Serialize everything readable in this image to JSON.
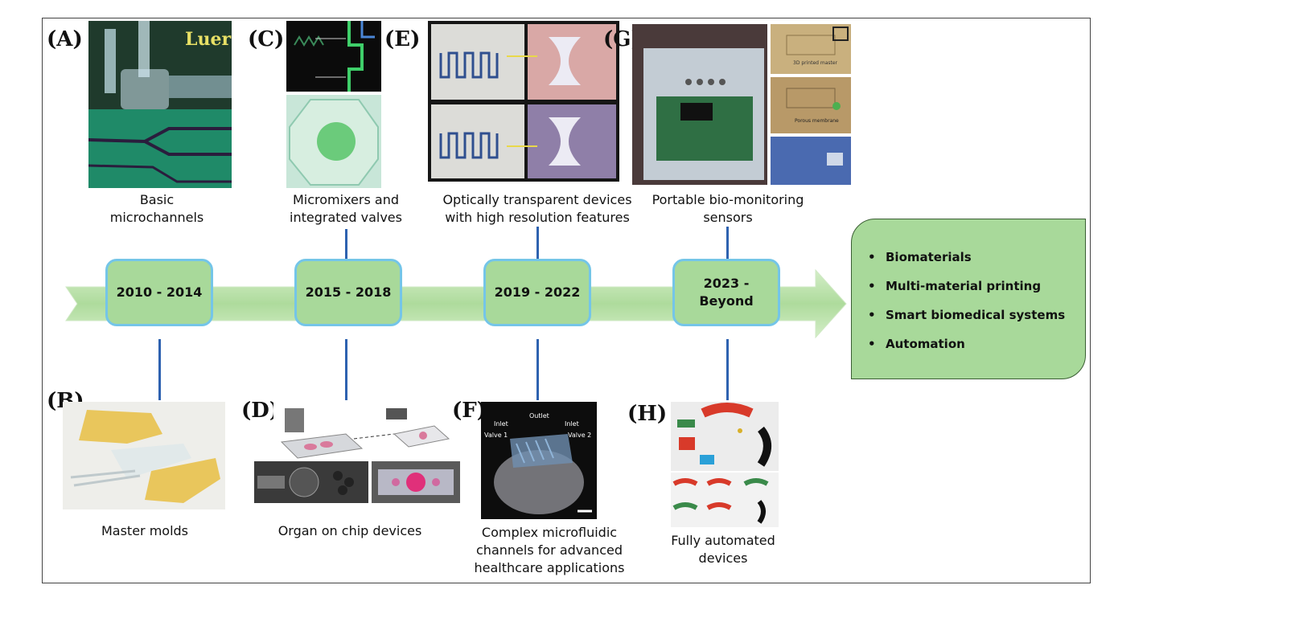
{
  "panels": {
    "A": {
      "letter": "(A)",
      "caption_line1": "Basic",
      "caption_line2": "microchannels",
      "photo_text": "Luer",
      "photo_label": "Luer"
    },
    "B": {
      "letter": "(B)",
      "caption": "Master molds"
    },
    "C": {
      "letter": "(C)",
      "caption_line1": "Micromixers and",
      "caption_line2": "integrated valves"
    },
    "D": {
      "letter": "(D)",
      "caption": "Organ on chip devices"
    },
    "E": {
      "letter": "(E)",
      "caption_line1": "Optically transparent devices",
      "caption_line2": "with high resolution features"
    },
    "F": {
      "letter": "(F)",
      "caption_line1": "Complex microfluidic",
      "caption_line2": "channels for advanced",
      "caption_line3": "healthcare applications",
      "photo_labels": [
        "Inlet",
        "Outlet",
        "Inlet",
        "Valve 1",
        "Valve 2"
      ]
    },
    "G": {
      "letter": "(G)",
      "caption_line1": "Portable bio-monitoring",
      "caption_line2": "sensors",
      "photo_labels": [
        "3D printed master",
        "Porous membrane"
      ]
    },
    "H": {
      "letter": "(H)",
      "caption_line1": "Fully automated",
      "caption_line2": "devices"
    }
  },
  "timeline": {
    "periods": [
      {
        "label": "2010 - 2014"
      },
      {
        "label": "2015 - 2018"
      },
      {
        "label": "2019 - 2022"
      },
      {
        "label_line1": "2023 -",
        "label_line2": "Beyond"
      }
    ]
  },
  "future": {
    "items": [
      "Biomaterials",
      "Multi-material printing",
      "Smart biomedical systems",
      "Automation"
    ],
    "bullet": "•"
  },
  "colors": {
    "box_fill": "#a8d99a",
    "box_border": "#74c5e8",
    "connector": "#2e62b0",
    "arrow_fill": "#b8dfa8"
  }
}
